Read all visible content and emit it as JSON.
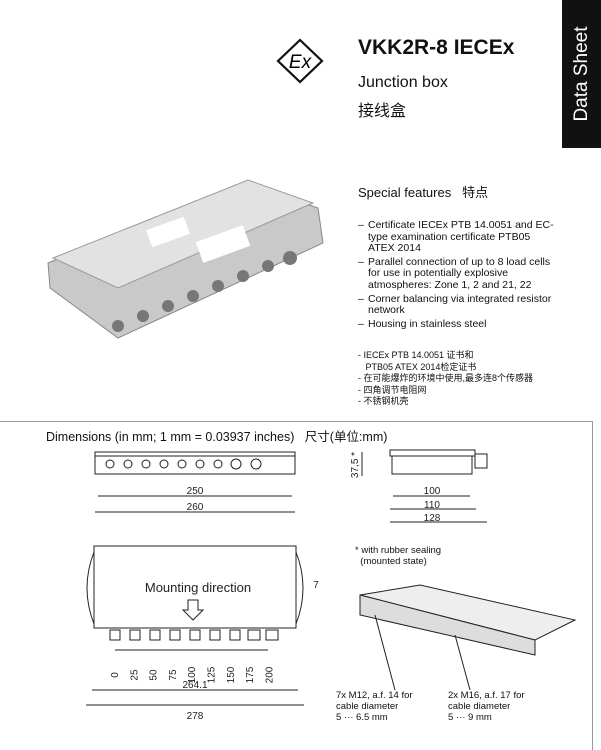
{
  "header": {
    "title": "VKK2R-8 IECEx",
    "subtitle": "Junction box",
    "subtitle_cn": "接线盒",
    "tab": "Data Sheet",
    "logo_text": "Ex"
  },
  "features": {
    "heading": "Special features",
    "heading_cn": "特点",
    "items": [
      "Certificate IECEx PTB 14.0051 and EC-type examination certificate PTB05 ATEX 2014",
      "Parallel connection of up to 8 load cells for use in potentially explosive atmospheres: Zone 1, 2 and 21, 22",
      "Corner balancing via integrated resistor network",
      "Housing in stainless steel"
    ],
    "items_cn": [
      "- IECEx PTB 14.0051 证书和",
      "   PTB05 ATEX 2014检定证书",
      "- 在可能爆炸的环境中使用,最多连8个传感器",
      "- 四角调节电阻网",
      "- 不锈钢机壳"
    ]
  },
  "dimensions": {
    "heading": "Dimensions (in mm; 1 mm = 0.03937 inches)",
    "heading_cn": "尺寸(单位:mm)",
    "front": {
      "d1": "250",
      "d2": "260"
    },
    "side": {
      "h": "37,5 *",
      "d1": "100",
      "d2": "110",
      "d3": "128"
    },
    "note": "* with rubber sealing\n  (mounted state)",
    "top": {
      "label": "Mounting direction",
      "offset": "7",
      "ticks": [
        "0",
        "25",
        "50",
        "75",
        "100",
        "125",
        "150",
        "175",
        "200"
      ],
      "d1": "264.1",
      "d2": "278"
    },
    "gland1": "7x M12, a.f. 14 for\ncable diameter\n5 ··· 6.5 mm",
    "gland2": "2x M16, a.f. 17 for\ncable diameter\n5 ··· 9 mm"
  }
}
